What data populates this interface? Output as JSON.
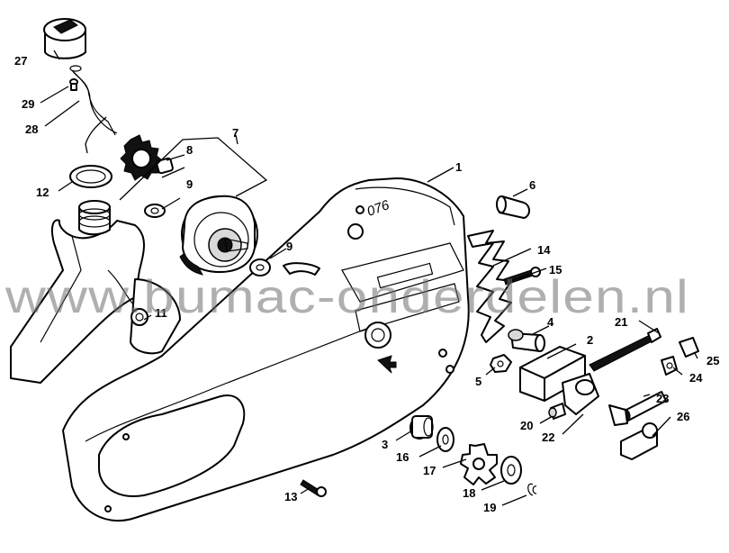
{
  "diagram": {
    "callouts": [
      "1",
      "2",
      "3",
      "4",
      "5",
      "6",
      "7",
      "8",
      "9",
      "9",
      "11",
      "12",
      "13",
      "14",
      "15",
      "16",
      "17",
      "18",
      "19",
      "20",
      "21",
      "22",
      "23",
      "24",
      "25",
      "26",
      "27",
      "28",
      "29"
    ],
    "housing_marking": "076",
    "watermark": "www.bumac-onderdelen.nl",
    "colors": {
      "line": "#000000",
      "background": "#ffffff",
      "watermark": "#8a8a8a"
    }
  }
}
